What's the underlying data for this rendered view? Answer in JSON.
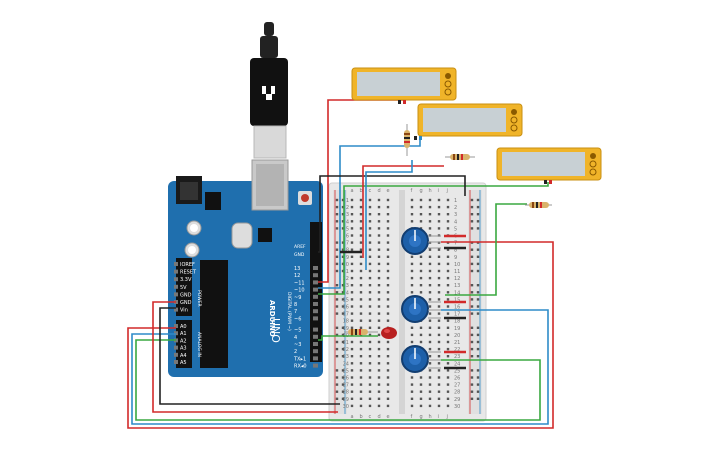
{
  "canvas": {
    "background": "#ffffff"
  },
  "arduino": {
    "brand": "ARDUINO",
    "model": "UNO",
    "digital_header": "DIGITAL (PWM ~)",
    "power_header": "POWER",
    "analog_header": "ANALOG IN",
    "aref": "AREF",
    "gnd": "GND",
    "pins_digital": [
      "13",
      "12",
      "~11",
      "~10",
      "~9",
      "8",
      "7",
      "~6",
      "~5",
      "4",
      "~3",
      "2",
      "TX▸1",
      "RX◂0"
    ],
    "pins_power": [
      "IOREF",
      "RESET",
      "3.3V",
      "5V",
      "GND",
      "GND",
      "Vin"
    ],
    "pins_analog": [
      "A0",
      "A1",
      "A2",
      "A3",
      "A4",
      "A5"
    ],
    "board_color": "#1f6fae"
  },
  "breadboard": {
    "columns_left": [
      "a",
      "b",
      "c",
      "d",
      "e"
    ],
    "columns_right": [
      "f",
      "g",
      "h",
      "i",
      "j"
    ],
    "rows": [
      "1",
      "2",
      "3",
      "4",
      "5",
      "6",
      "7",
      "8",
      "9",
      "10",
      "11",
      "12",
      "13",
      "14",
      "15",
      "16",
      "17",
      "18",
      "19",
      "20",
      "21",
      "22",
      "23",
      "24",
      "25",
      "26",
      "27",
      "28",
      "29",
      "30"
    ]
  },
  "wire_colors": {
    "red": "#d22a2a",
    "blue": "#2e8cc8",
    "green": "#3aa840",
    "black": "#222222"
  },
  "component_colors": {
    "lcd_frame": "#f0b429",
    "potentiometer": "#1d5fa8",
    "led": "#b82020",
    "resistor": "#d9b36b"
  }
}
